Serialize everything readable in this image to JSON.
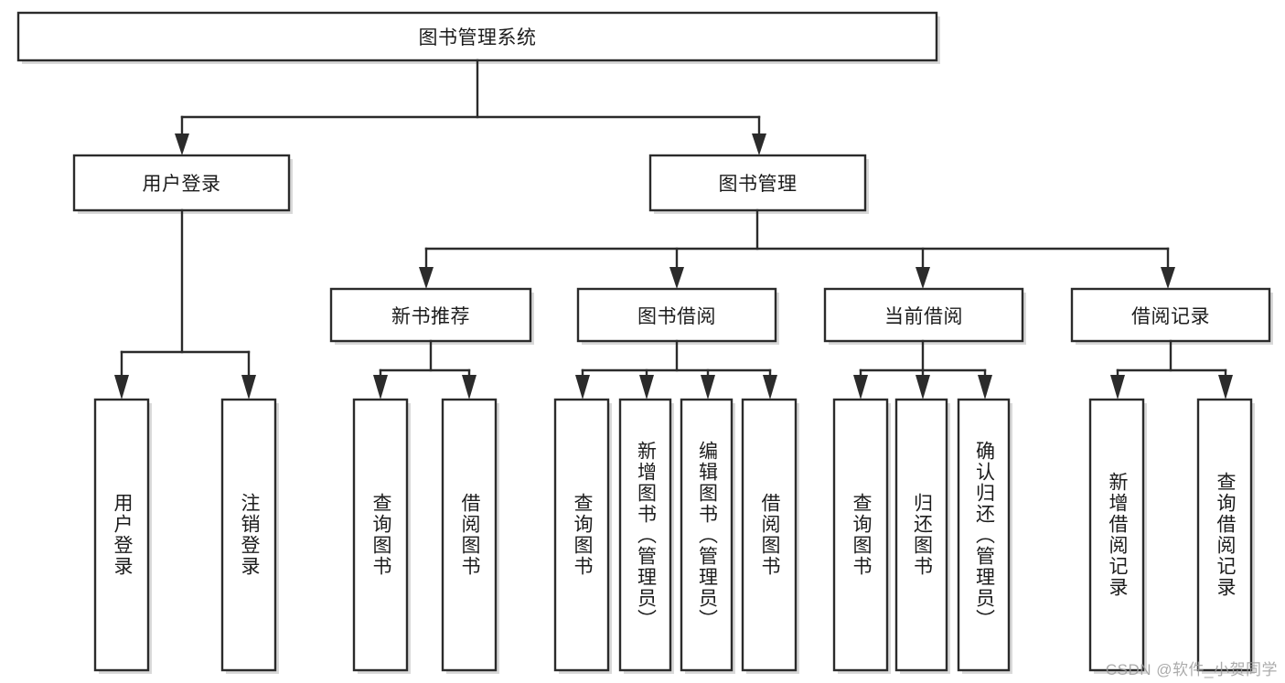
{
  "diagram": {
    "type": "tree",
    "title": "图书管理系统",
    "watermark": "CSDN @软件_小贺同学",
    "colors": {
      "stroke": "#2b2b2b",
      "fill": "#ffffff",
      "text": "#1c1c1c",
      "shadow": "#b9b9b9",
      "watermark": "#9d9d9d"
    },
    "levels": {
      "root": {
        "label": "图书管理系统"
      },
      "level2": [
        {
          "label": "用户登录"
        },
        {
          "label": "图书管理"
        }
      ],
      "level3": [
        {
          "label": "新书推荐"
        },
        {
          "label": "图书借阅"
        },
        {
          "label": "当前借阅"
        },
        {
          "label": "借阅记录"
        }
      ],
      "leaves": {
        "user_login": [
          {
            "label": "用户登录"
          },
          {
            "label": "注销登录"
          }
        ],
        "new_book": [
          {
            "label": "查询图书"
          },
          {
            "label": "借阅图书"
          }
        ],
        "book_borrow": [
          {
            "label": "查询图书"
          },
          {
            "label": "新增图书（管理员）"
          },
          {
            "label": "编辑图书（管理员）"
          },
          {
            "label": "借阅图书"
          }
        ],
        "current_borrow": [
          {
            "label": "查询图书"
          },
          {
            "label": "归还图书"
          },
          {
            "label": "确认归还（管理员）"
          }
        ],
        "borrow_record": [
          {
            "label": "新增借阅记录"
          },
          {
            "label": "查询借阅记录"
          }
        ]
      }
    }
  }
}
